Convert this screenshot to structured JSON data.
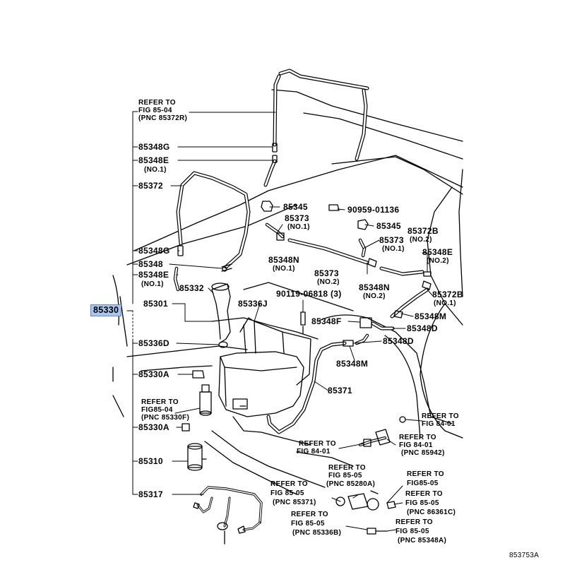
{
  "accent_color": "#a9c6ee",
  "labels": {
    "ref_fig_85_04": [
      "REFER TO",
      "FIG 85-04",
      "(PNC 85372R)"
    ],
    "p85348G_top": "85348G",
    "p85348E_top": "85348E",
    "no1_a": "(NO.1)",
    "p85372": "85372",
    "p85348G_mid": "85348G",
    "p85348": "85348",
    "p85348E_mid": "85348E",
    "no1_b": "(NO.1)",
    "p85330": "85330",
    "p85301": "85301",
    "p85332": "85332",
    "p85336J": "85336J",
    "p85336D": "85336D",
    "p85330A_a": "85330A",
    "ref_fig_85_04b": [
      "REFER TO",
      "FIG85-04",
      "(PNC 85330F)"
    ],
    "p85330A_b": "85330A",
    "p85310": "85310",
    "p85317": "85317",
    "p85345_a": "85345",
    "p90959": "90959-01136",
    "p85373_a": "85373",
    "no1_c": "(NO.1)",
    "p85345_b": "85345",
    "p85372B_a": "85372B",
    "no2_a": "(NO.2)",
    "p85373_b": "85373",
    "no1_d": "(NO.1)",
    "p85348E_right": "85348E",
    "no2_b": "(NO.2)",
    "p85348N_a": "85348N",
    "no1_e": "(NO.1)",
    "p85373_c": "85373",
    "no2_c": "(NO.2)",
    "p90119": "90119-06818 (3)",
    "p85348N_b": "85348N",
    "no2_d": "(NO.2)",
    "p85372B_b": "85372B",
    "no1_f": "(NO.1)",
    "p85348M_a": "85348M",
    "p85348F": "85348F",
    "p85348D_a": "85348D",
    "p85348D_b": "85348D",
    "p85348M_b": "85348M",
    "p85371": "85371",
    "ref_fig_84_01a": [
      "REFER TO",
      "FIG 84-01"
    ],
    "ref_fig_84_01b": [
      "REFER TO",
      "FIG 84-01"
    ],
    "ref_fig_84_01c": [
      "REFER TO",
      "FIG 84-01",
      "(PNC 85942)"
    ],
    "ref_fig_85_05a": [
      "REFER TO",
      "FIG 85-05",
      "(PNC 85280A)"
    ],
    "ref_fig_85_05b": [
      "REFER TO",
      "FIG 85-05",
      "(PNC 85371)"
    ],
    "ref_fig_85_05c": [
      "REFER TO",
      "FIG85-05"
    ],
    "ref_fig_85_05d": [
      "REFER TO",
      "FIG 85-05",
      "(PNC 86361C)"
    ],
    "ref_fig_85_05e": [
      "REFER TO",
      "FIG 85-05",
      "(PNC 85336B)"
    ],
    "ref_fig_85_05f": [
      "REFER TO",
      "FIG 85-05",
      "(PNC 85348A)"
    ],
    "diagram_id": "853753A"
  }
}
